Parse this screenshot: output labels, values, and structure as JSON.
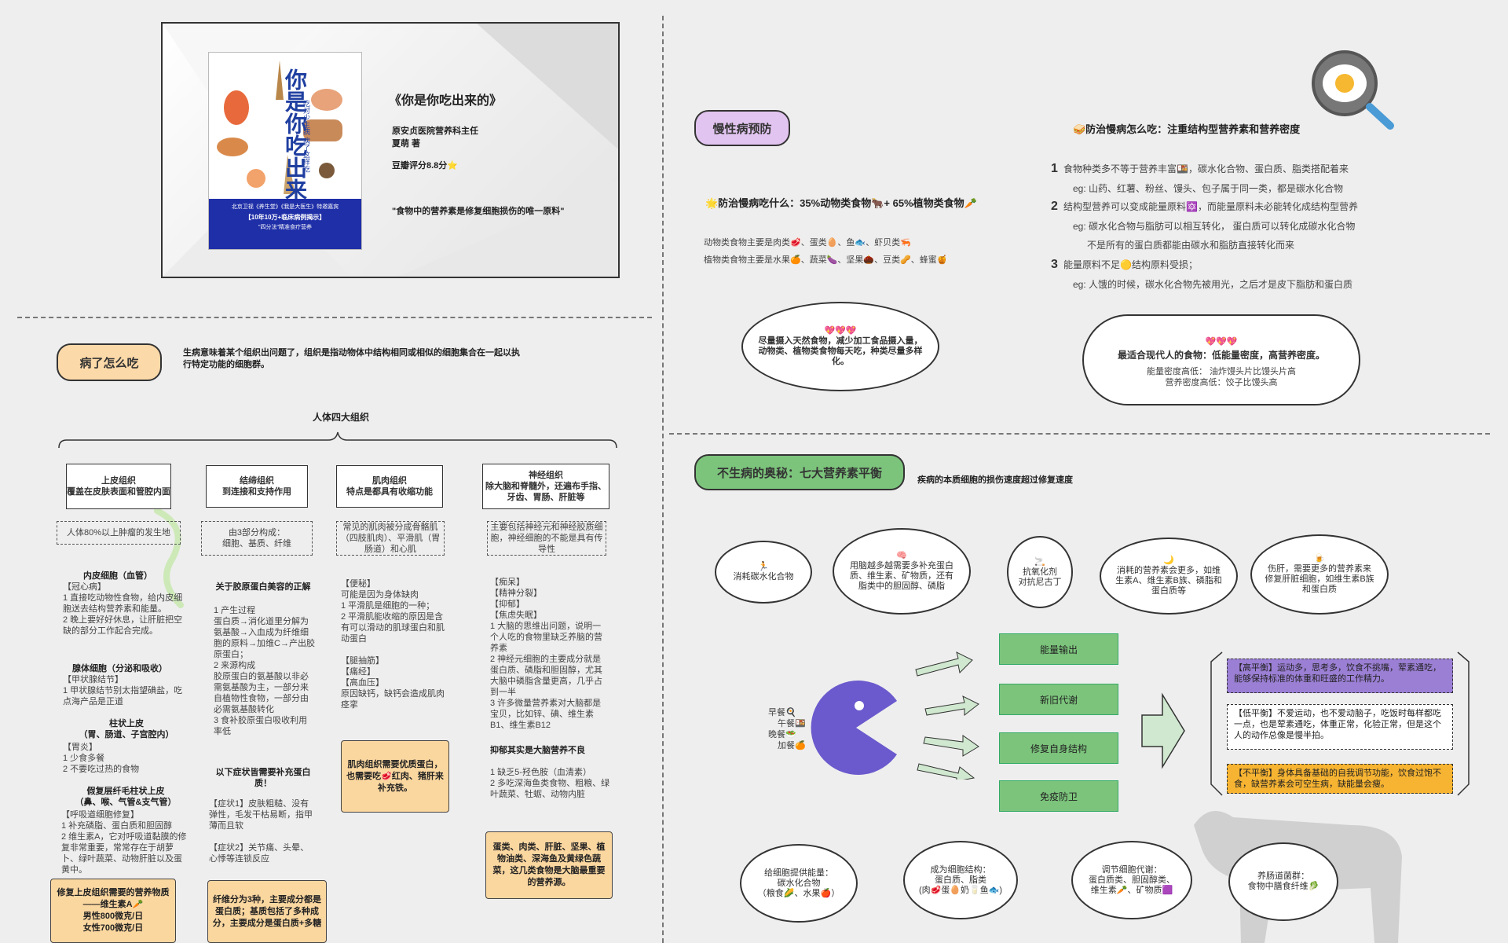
{
  "book": {
    "title": "《你是你吃出来的》",
    "author1": "原安贞医院营养科主任",
    "author2": "夏萌 著",
    "rating": "豆瓣评分8.8分⭐",
    "quote": "\"食物中的营养素是修复细胞损伤的唯一原料\"",
    "cover_title": "你是你吃出来的",
    "cover_sub": "吃对少生病 病了这样吃",
    "cover_band1": "北京卫视《养生堂》《我是大医生》特邀嘉宾",
    "cover_band2": "【10年10万+临床病例揭示】",
    "cover_band3": "\"四分法\"精准食疗营养"
  },
  "sick": {
    "pill": "病了怎么吃",
    "desc": "生病意味着某个组织出问题了，组织是指动物体中结构相同或相似的细胞集合在一起以执行特定功能的细胞群。",
    "tree_title": "人体四大组织",
    "t1": {
      "label": "上皮组织\n覆盖在皮肤表面和管腔内面",
      "note": "人体80%以上肿瘤的发生地",
      "h1": "内皮细胞（血管）",
      "p1": "【冠心病】\n1 直接吃动物性食物，给内皮细胞送去结构营养素和能量。\n2 晚上要好好休息，让肝脏把空缺的部分工作起合完成。",
      "h2": "腺体细胞（分泌和吸收）",
      "p2": "【甲状腺结节】\n1 甲状腺结节别太指望碘盐，吃点海产品是正道",
      "h3": "柱状上皮\n（胃、肠道、子宫腔内）",
      "p3": "【胃炎】\n1 少食多餐\n2 不要吃过热的食物",
      "h4": "假复层纤毛柱状上皮\n（鼻、喉、气管&支气管）",
      "p4": "【呼吸道细胞修复】\n1 补充磷脂、蛋白质和胆固醇\n2 维生素A，它对呼吸道黏膜的修复非常重要，常常存在于胡萝卜、绿叶蔬菜、动物肝脏以及蛋黄中。",
      "o": "修复上皮组织需要的营养物质——维生素A🥕\n男性800微克/日\n女性700微克/日"
    },
    "t2": {
      "label": "结缔组织\n到连接和支持作用",
      "note": "由3部分构成：\n细胞、基质、纤维",
      "h1": "关于胶原蛋白美容的正解",
      "p1": "1 产生过程\n蛋白质→消化道里分解为氨基酸→入血成为纤维细胞的原料→加维C→产出胶原蛋白；\n2 来源构成\n胶原蛋白的氨基酸以非必需氨基酸为主，一部分来自植物性食物，一部分由必需氨基酸转化\n3 食补胶原蛋白吸收利用率低",
      "h2": "以下症状皆需要补充蛋白质！",
      "p2": "【症状1】皮肤粗糙、没有弹性，毛发干枯易断，指甲薄而且软\n\n【症状2】关节痛、头晕、心悸等连锁反应",
      "o": "纤维分为3种，主要成分都是蛋白质；基质包括了多种成分，主要成分是蛋白质+多糖"
    },
    "t3": {
      "label": "肌肉组织\n特点是都具有收缩功能",
      "note": "常见的肌肉被分成骨骼肌（四肢肌肉）、平滑肌（胃肠道）和心肌",
      "p1": "【便秘】\n可能是因为身体缺肉\n1 平滑肌是细胞的一种；\n2 平滑肌能收缩的原因是含有可以滑动的肌球蛋白和肌动蛋白\n\n【腿抽筋】\n【痛经】\n【高血压】\n原因缺钙，缺钙会造成肌肉痉挛",
      "o": "肌肉组织需要优质蛋白，也需要吃🥩红肉、猪肝来补充铁。"
    },
    "t4": {
      "label": "神经组织\n除大脑和脊髓外，还遍布手指、牙齿、胃肠、肝脏等",
      "note": "主要包括神经元和神经胶质细胞，神经细胞的不能是具有传导性",
      "p1": "【痴呆】\n【精神分裂】\n【抑郁】\n【焦虑失眠】\n1 大脑的思维出问题，说明一个人吃的食物里缺乏养脑的营养素\n2 神经元细胞的主要成分就是蛋白质、磷脂和胆固醇，尤其大脑中磷脂含量更高，几乎占到一半\n3 许多微量营养素对大脑都是宝贝，比如锌、碘、维生素B1、维生素B12",
      "h2": "抑郁其实是大脑营养不良",
      "p2": "1 缺乏5-羟色胺（血清素）\n2 多吃深海鱼类食物、粗粮、绿叶蔬菜、牡蛎、动物内脏",
      "o": "蛋类、肉类、肝脏、坚果、植物油类、深海鱼及黄绿色蔬菜，这几类食物是大脑最重要的营养源。"
    }
  },
  "chronic": {
    "pill": "慢性病预防",
    "what": "🌟防治慢病吃什么：35%动物类食物🐂+ 65%植物类食物🥕",
    "animal": "动物类食物主要是肉类🥩、蛋类🥚、鱼🐟、虾贝类🦐",
    "plant": "植物类食物主要是水果🍊、蔬菜🍆、坚果🌰、豆类🥜、蜂蜜🍯",
    "bubble1": "💖💖💖\n尽量摄入天然食物，减少加工食品摄入量，动物类、植物类食物每天吃，种类尽量多样化。",
    "how": "🥪防治慢病怎么吃：注重结构型营养素和营养密度",
    "n1": "1",
    "l1": "食物种类多不等于营养丰富🍱，碳水化合物、蛋白质、脂类搭配着来",
    "e1": "eg: 山药、红薯、粉丝、馒头、包子属于同一类，都是碳水化合物",
    "n2": "2",
    "l2": "结构型营养可以变成能量原料🔯，而能量原料未必能转化成结构型营养",
    "e2": "eg: 碳水化合物与脂肪可以相互转化， 蛋白质可以转化成碳水化合物",
    "e2b": "不是所有的蛋白质都能由碳水和脂肪直接转化而来",
    "n3": "3",
    "l3": "能量原料不足🟡结构原料受损；",
    "e3": "eg: 人饿的时候，碳水化合物先被用光，之后才是皮下脂肪和蛋白质",
    "bubble2a": "💖💖💖",
    "bubble2b": "最适合现代人的食物：低能量密度，高营养密度。",
    "bubble2c": "能量密度高低：  油炸馒头片比馒头片高\n营养密度高低：饺子比馒头高"
  },
  "nutrition": {
    "pill": "不生病的奥秘：七大营养素平衡",
    "desc": "疾病的本质细胞的损伤速度超过修复速度",
    "b1": "🏃\n消耗碳水化合物",
    "b2": "🧠\n用脑越多越需要多补充蛋白质、维生素、矿物质，还有脂类中的胆固醇、磷脂",
    "b3": "🚬\n抗氧化剂\n对抗尼古丁",
    "b4": "🌙\n消耗的营养素会更多，如维生素A、维生素B族、磷脂和蛋白质等",
    "b5": "🍺\n伤肝，需要更多的营养素来修复肝脏细胞，如维生素B族和蛋白质",
    "meals": [
      "早餐🍳",
      "午餐🍱",
      "晚餐🥗",
      "加餐🍊"
    ],
    "boxes": [
      "能量输出",
      "新旧代谢",
      "修复自身结构",
      "免疫防卫"
    ],
    "b6": "给细胞提供能量：\n碳水化合物\n（粮食🌽、水果🍎）",
    "b7": "成为细胞结构：\n蛋白质、脂类\n(肉🥩蛋🥚奶🥛鱼🐟)",
    "b8": "调节细胞代谢：\n蛋白质类、胆固醇类、\n维生素🥕、矿物质🟪",
    "b9": "养肠道菌群：\n食物中膳食纤维🥬",
    "r1": "【高平衡】运动多，思考多，饮食不挑嘴，荤素通吃，能够保持标准的体重和旺盛的工作精力。",
    "r2": "【低平衡】不爱运动，也不爱动脑子，吃饭时每样都吃一点，也是荤素通吃，体重正常，化验正常，但是这个人的动作总像是慢半拍。",
    "r3": "【不平衡】身体具备基础的自我调节功能，饮食过饱不食，缺营养素会可空生病，缺能量会瘦。"
  }
}
